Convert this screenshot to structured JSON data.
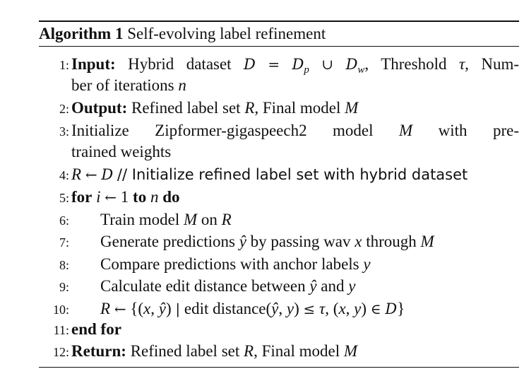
{
  "algorithm": {
    "caption_label": "Algorithm 1",
    "caption_title": "Self-evolving label refinement",
    "lines": [
      {
        "num": "1:",
        "keyword": "Input:",
        "text_a": "Hybrid dataset",
        "text_b": "Threshold",
        "text_c": "Num-",
        "wrap": "ber of iterations"
      },
      {
        "num": "2:",
        "keyword": "Output:",
        "text_a": "Refined label set",
        "text_b": "Final model"
      },
      {
        "num": "3:",
        "w1": "Initialize",
        "w2": "Zipformer-gigaspeech2",
        "w3": "model",
        "w4": "with",
        "w5": "pre-",
        "wrap": "trained weights"
      },
      {
        "num": "4:",
        "comment": "// Initialize refined label set with hybrid dataset"
      },
      {
        "num": "5:",
        "kw_for": "for",
        "kw_to": "to",
        "kw_do": "do"
      },
      {
        "num": "6:",
        "text_a": "Train model",
        "text_b": "on"
      },
      {
        "num": "7:",
        "text_a": "Generate predictions",
        "text_b": "by passing wav",
        "text_c": "through"
      },
      {
        "num": "8:",
        "text_a": "Compare predictions with anchor labels"
      },
      {
        "num": "9:",
        "text_a": "Calculate edit distance between",
        "text_b": "and"
      },
      {
        "num": "10:",
        "text_a": "edit distance"
      },
      {
        "num": "11:",
        "keyword": "end for"
      },
      {
        "num": "12:",
        "keyword": "Return:",
        "text_a": "Refined label set",
        "text_b": "Final model"
      }
    ]
  }
}
